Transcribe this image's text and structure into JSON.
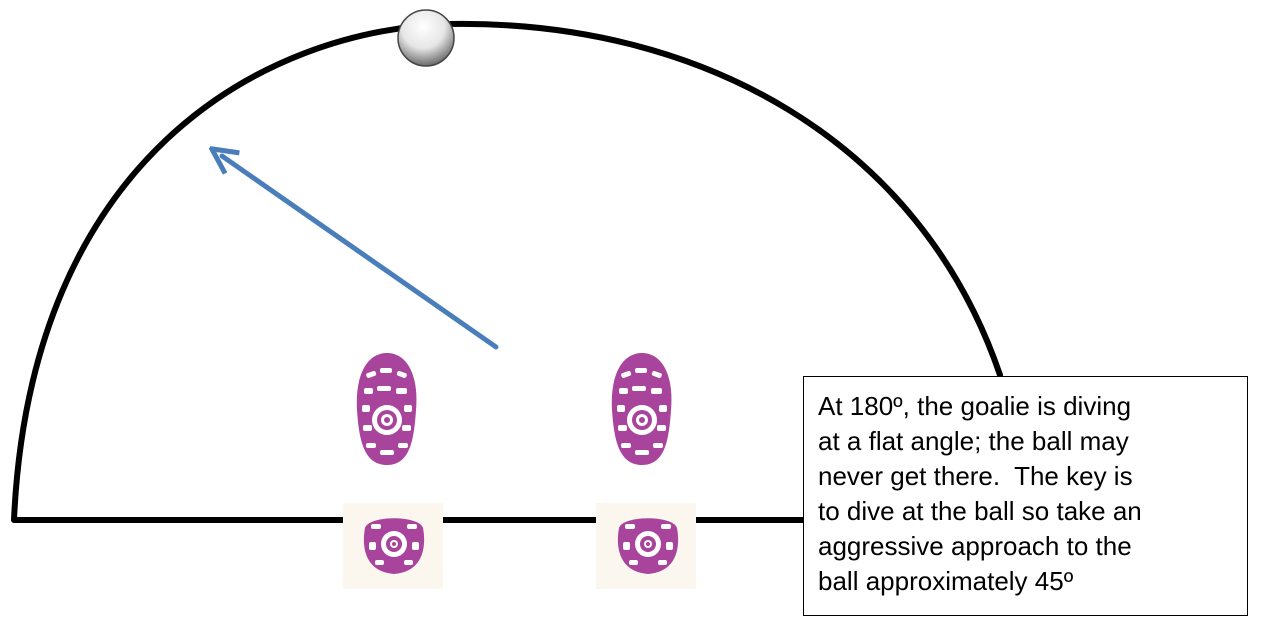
{
  "note": {
    "lines": [
      "At 180º, the goalie is diving",
      "at a flat angle; the ball may",
      "never get there.  The key is",
      "to dive at the ball so take an",
      "aggressive approach to the",
      "ball approximately 45º"
    ]
  },
  "colors": {
    "arc": "#000000",
    "arrow": "#4a7ebb",
    "footprint": "#a8449c",
    "footprint_bg": "#fbf6ee",
    "note_border": "#000000"
  },
  "icons": {
    "ball": "ball-icon",
    "footprints": [
      "left-shoe-print-icon",
      "right-shoe-print-icon"
    ],
    "arrow": "dive-direction-arrow"
  }
}
